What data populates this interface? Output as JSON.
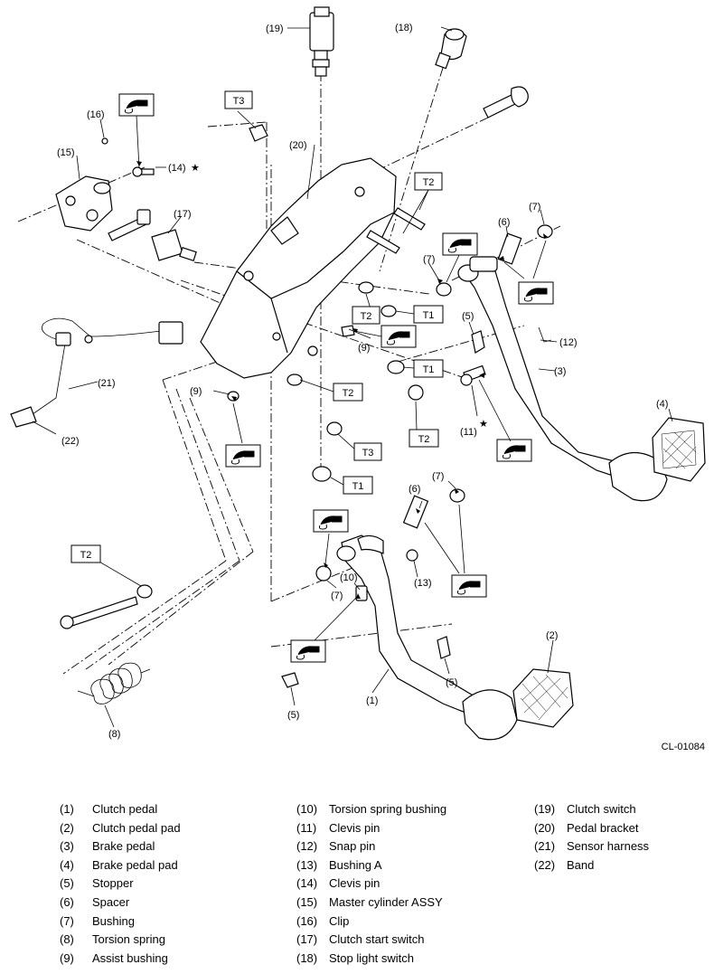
{
  "diagram_code": "CL-01084",
  "torque_labels": {
    "t1": "T1",
    "t2": "T2",
    "t3": "T3"
  },
  "callouts": {
    "c1": "(1)",
    "c2": "(2)",
    "c3": "(3)",
    "c4": "(4)",
    "c5": "(5)",
    "c6": "(6)",
    "c7": "(7)",
    "c8": "(8)",
    "c9": "(9)",
    "c10": "(10)",
    "c11": "(11)",
    "c12": "(12)",
    "c13": "(13)",
    "c14": "(14)",
    "c15": "(15)",
    "c16": "(16)",
    "c17": "(17)",
    "c18": "(18)",
    "c19": "(19)",
    "c20": "(20)",
    "c21": "(21)",
    "c22": "(22)"
  },
  "star_symbol": "★",
  "icons": {
    "grease": "grease-icon",
    "star": "star-icon"
  },
  "legend": [
    [
      {
        "num": "(1)",
        "name": "Clutch pedal"
      },
      {
        "num": "(2)",
        "name": "Clutch pedal pad"
      },
      {
        "num": "(3)",
        "name": "Brake pedal"
      },
      {
        "num": "(4)",
        "name": "Brake pedal pad"
      },
      {
        "num": "(5)",
        "name": "Stopper"
      },
      {
        "num": "(6)",
        "name": "Spacer"
      },
      {
        "num": "(7)",
        "name": "Bushing"
      },
      {
        "num": "(8)",
        "name": "Torsion spring"
      },
      {
        "num": "(9)",
        "name": "Assist bushing"
      }
    ],
    [
      {
        "num": "(10)",
        "name": "Torsion spring bushing"
      },
      {
        "num": "(11)",
        "name": "Clevis pin"
      },
      {
        "num": "(12)",
        "name": "Snap pin"
      },
      {
        "num": "(13)",
        "name": "Bushing A"
      },
      {
        "num": "(14)",
        "name": "Clevis pin"
      },
      {
        "num": "(15)",
        "name": "Master cylinder ASSY"
      },
      {
        "num": "(16)",
        "name": "Clip"
      },
      {
        "num": "(17)",
        "name": "Clutch start switch"
      },
      {
        "num": "(18)",
        "name": "Stop light switch"
      }
    ],
    [
      {
        "num": "(19)",
        "name": "Clutch switch"
      },
      {
        "num": "(20)",
        "name": "Pedal bracket"
      },
      {
        "num": "(21)",
        "name": "Sensor harness"
      },
      {
        "num": "(22)",
        "name": "Band"
      }
    ]
  ]
}
